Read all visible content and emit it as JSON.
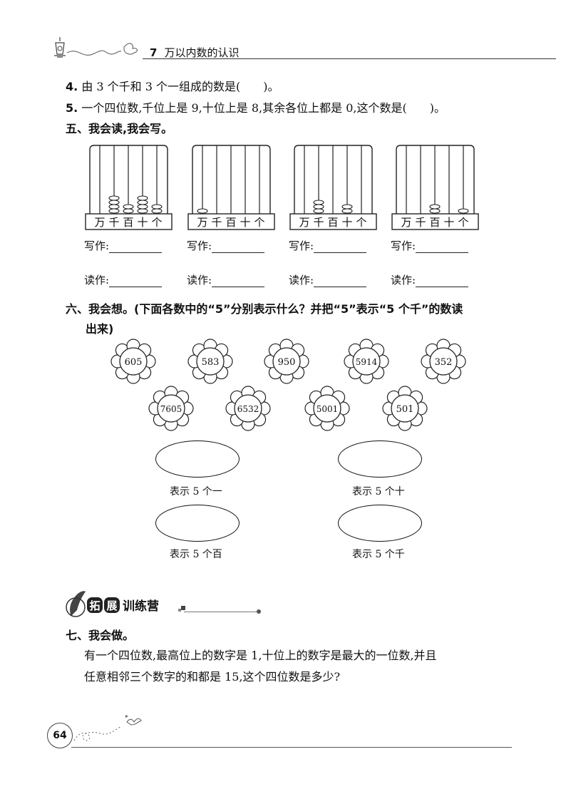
{
  "header": {
    "chapter_num": "7",
    "chapter_title": "万以内数的认识"
  },
  "questions": {
    "q4_num": "4.",
    "q4_text": "由 3 个千和 3 个一组成的数是(　　)。",
    "q5_num": "5.",
    "q5_text": "一个四位数,千位上是 9,十位上是 8,其余各位上都是 0,这个数是(　　)。"
  },
  "section5": {
    "title": "五、我会读,我会写。",
    "place_labels": "万千百十个",
    "write_label": "写作:",
    "read_label": "读作:",
    "abaci": [
      {
        "beads": [
          0,
          4,
          2,
          4,
          2
        ]
      },
      {
        "beads": [
          1,
          0,
          0,
          0,
          0
        ]
      },
      {
        "beads": [
          0,
          3,
          0,
          2,
          0
        ]
      },
      {
        "beads": [
          0,
          0,
          2,
          0,
          1
        ]
      }
    ]
  },
  "section6": {
    "title_line1": "六、我会想。(下面各数中的“5”分别表示什么？并把“5”表示“5 个千”的数读",
    "title_line2": "出来)",
    "flowers": [
      "605",
      "583",
      "950",
      "5914",
      "352",
      "7605",
      "6532",
      "5001",
      "501"
    ],
    "captions": [
      "表示 5 个一",
      "表示 5 个十",
      "表示 5 个百",
      "表示 5 个千"
    ]
  },
  "banner": {
    "badge1": "拓",
    "badge2": "展",
    "text": "训练营"
  },
  "section7": {
    "title": "七、我会做。",
    "line1": "有一个四位数,最高位上的数字是 1,十位上的数字是最大的一位数,并且",
    "line2": "任意相邻三个数字的和都是 15,这个四位数是多少?"
  },
  "footer": {
    "page_number": "64"
  }
}
